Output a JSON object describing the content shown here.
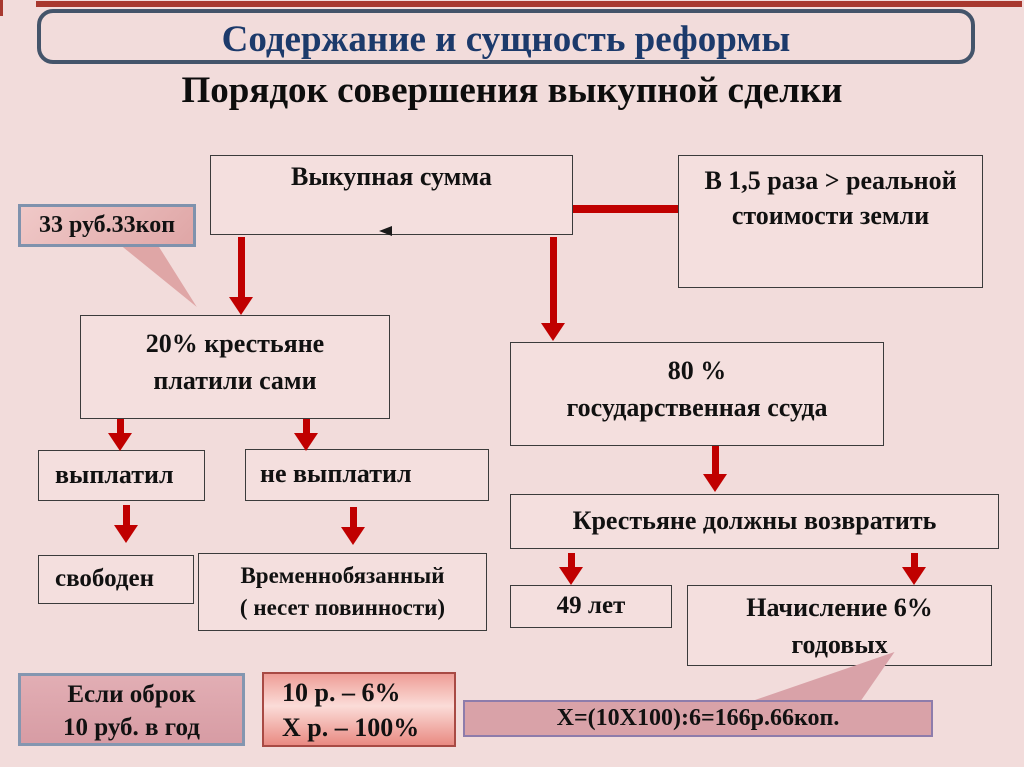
{
  "slide": {
    "title": "Содержание и сущность реформы",
    "subtitle": "Порядок совершения выкупной сделки"
  },
  "nodes": {
    "redemption_sum": {
      "label": "Выкупная сумма"
    },
    "ratio": {
      "line1": "В 1,5 раза > реальной",
      "line2": "стоимости земли"
    },
    "callout_33": {
      "label": "33 руб.33коп"
    },
    "peasants_20": {
      "line1": "20% крестьяне",
      "line2": "платили сами"
    },
    "loan_80": {
      "line1": "80 %",
      "line2": "государственная ссуда"
    },
    "paid": {
      "label": "выплатил"
    },
    "not_paid": {
      "label": "не выплатил"
    },
    "free": {
      "label": "свободен"
    },
    "temp_obliged": {
      "line1": "Временнобязанный",
      "line2": "( несет повинности)"
    },
    "must_return": {
      "label": "Крестьяне должны возвратить"
    },
    "years_49": {
      "label": "49 лет"
    },
    "accrual_6": {
      "line1": "Начисление 6%",
      "line2": "годовых"
    },
    "quitrent": {
      "line1": "Если оброк",
      "line2": "10 руб. в год"
    },
    "proportion": {
      "line1": "10 р. – 6%",
      "line2": "Х р. – 100%"
    },
    "formula": {
      "label": "Х=(10Х100):6=166р.66коп."
    }
  },
  "colors": {
    "background": "#f2dcdb",
    "arrow_red": "#c00000",
    "title_text": "#1c3a6b",
    "title_border": "#44546a",
    "box_border": "#3b3b3b",
    "rose_callout_fill": "#dfa6a6",
    "rose_callout_border": "#7f92ad",
    "formula_fill": "#d9a2a8",
    "formula_border": "#8e7cab",
    "gradient_box_border": "#a84a44",
    "top_strip": "#a8382f"
  }
}
